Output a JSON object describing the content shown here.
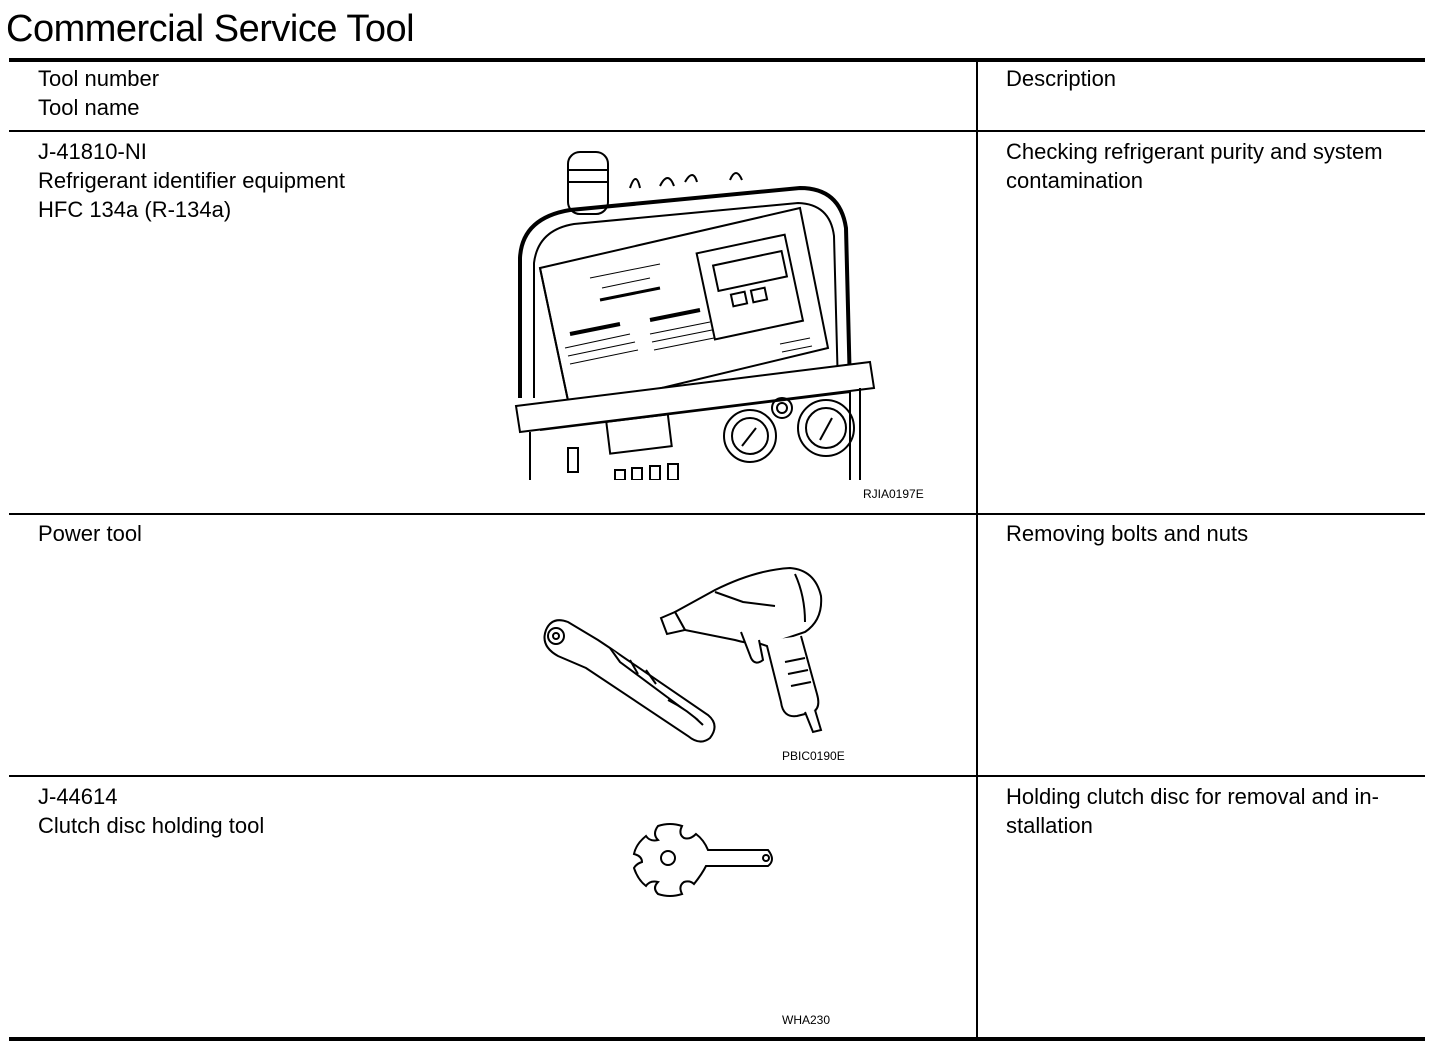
{
  "title": "Commercial Service Tool",
  "header": {
    "tool_col": "Tool number\nTool name",
    "desc_col": "Description"
  },
  "rows": [
    {
      "tool": "J-41810-NI\nRefrigerant identifier equipment\nHFC 134a (R-134a)",
      "description": "Checking refrigerant purity and system contamination",
      "figure_code": "RJIA0197E"
    },
    {
      "tool": "Power tool",
      "description": "Removing bolts and nuts",
      "figure_code": "PBIC0190E"
    },
    {
      "tool": "J-44614\nClutch disc holding tool",
      "description": "Holding clutch disc for removal and in-\nstallation",
      "figure_code": "WHA230"
    }
  ]
}
